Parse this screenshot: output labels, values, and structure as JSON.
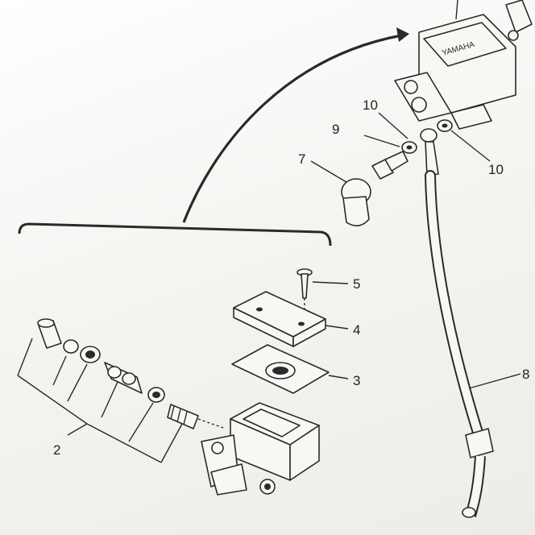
{
  "callouts": {
    "c2": "2",
    "c3": "3",
    "c4": "4",
    "c5": "5",
    "c7": "7",
    "c8": "8",
    "c9": "9",
    "c10a": "10",
    "c10b": "10"
  },
  "reservoir_lid_text": "YAMAHA",
  "colors": {
    "ink": "#2a2a2a",
    "paper": "#f4f4f1"
  }
}
